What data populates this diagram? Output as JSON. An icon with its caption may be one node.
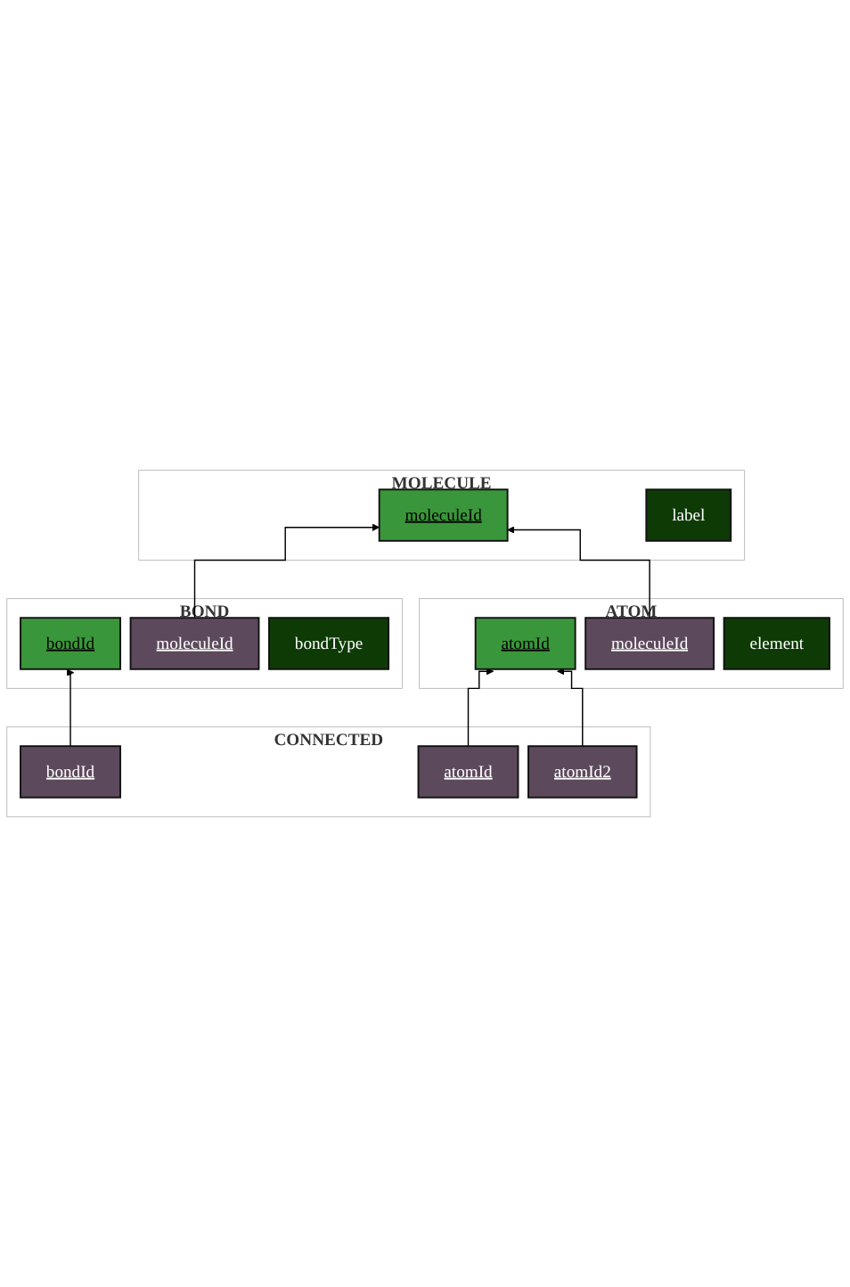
{
  "diagram": {
    "nodes": [
      {
        "text": [
          "MOLECULE"
        ]
      },
      {
        "text": [
          "moleculeId"
        ],
        "in": 0
      },
      {
        "text": [
          "label"
        ],
        "in": 0
      },
      {
        "text": [
          "ATOM"
        ]
      },
      {
        "text": [
          "atomId"
        ],
        "in": 3
      },
      {
        "text": [
          "moleculeId"
        ],
        "in": 3
      },
      {
        "text": [
          "element"
        ],
        "in": 3
      },
      {
        "text": [
          "BOND"
        ]
      },
      {
        "text": [
          "bondId"
        ],
        "in": 7
      },
      {
        "text": [
          "moleculeId"
        ],
        "in": 7
      },
      {
        "text": [
          "bondType"
        ],
        "in": 7
      },
      {
        "text": [
          "CONNECTED"
        ]
      },
      {
        "text": [
          "atomId"
        ],
        "in": 11
      },
      {
        "text": [
          "atomId2"
        ],
        "in": 11
      },
      {
        "text": [
          "bondId"
        ],
        "in": 11
      }
    ],
    "edges": [
      {
        "from": 9,
        "to": 1,
        "arrow": "to"
      },
      {
        "from": 5,
        "to": 1,
        "arrow": "to"
      },
      {
        "from": 12,
        "to": 4,
        "arrow": "to"
      },
      {
        "from": 13,
        "to": 4,
        "arrow": "to"
      },
      {
        "from": 14,
        "to": 8,
        "arrow": "to"
      }
    ]
  }
}
